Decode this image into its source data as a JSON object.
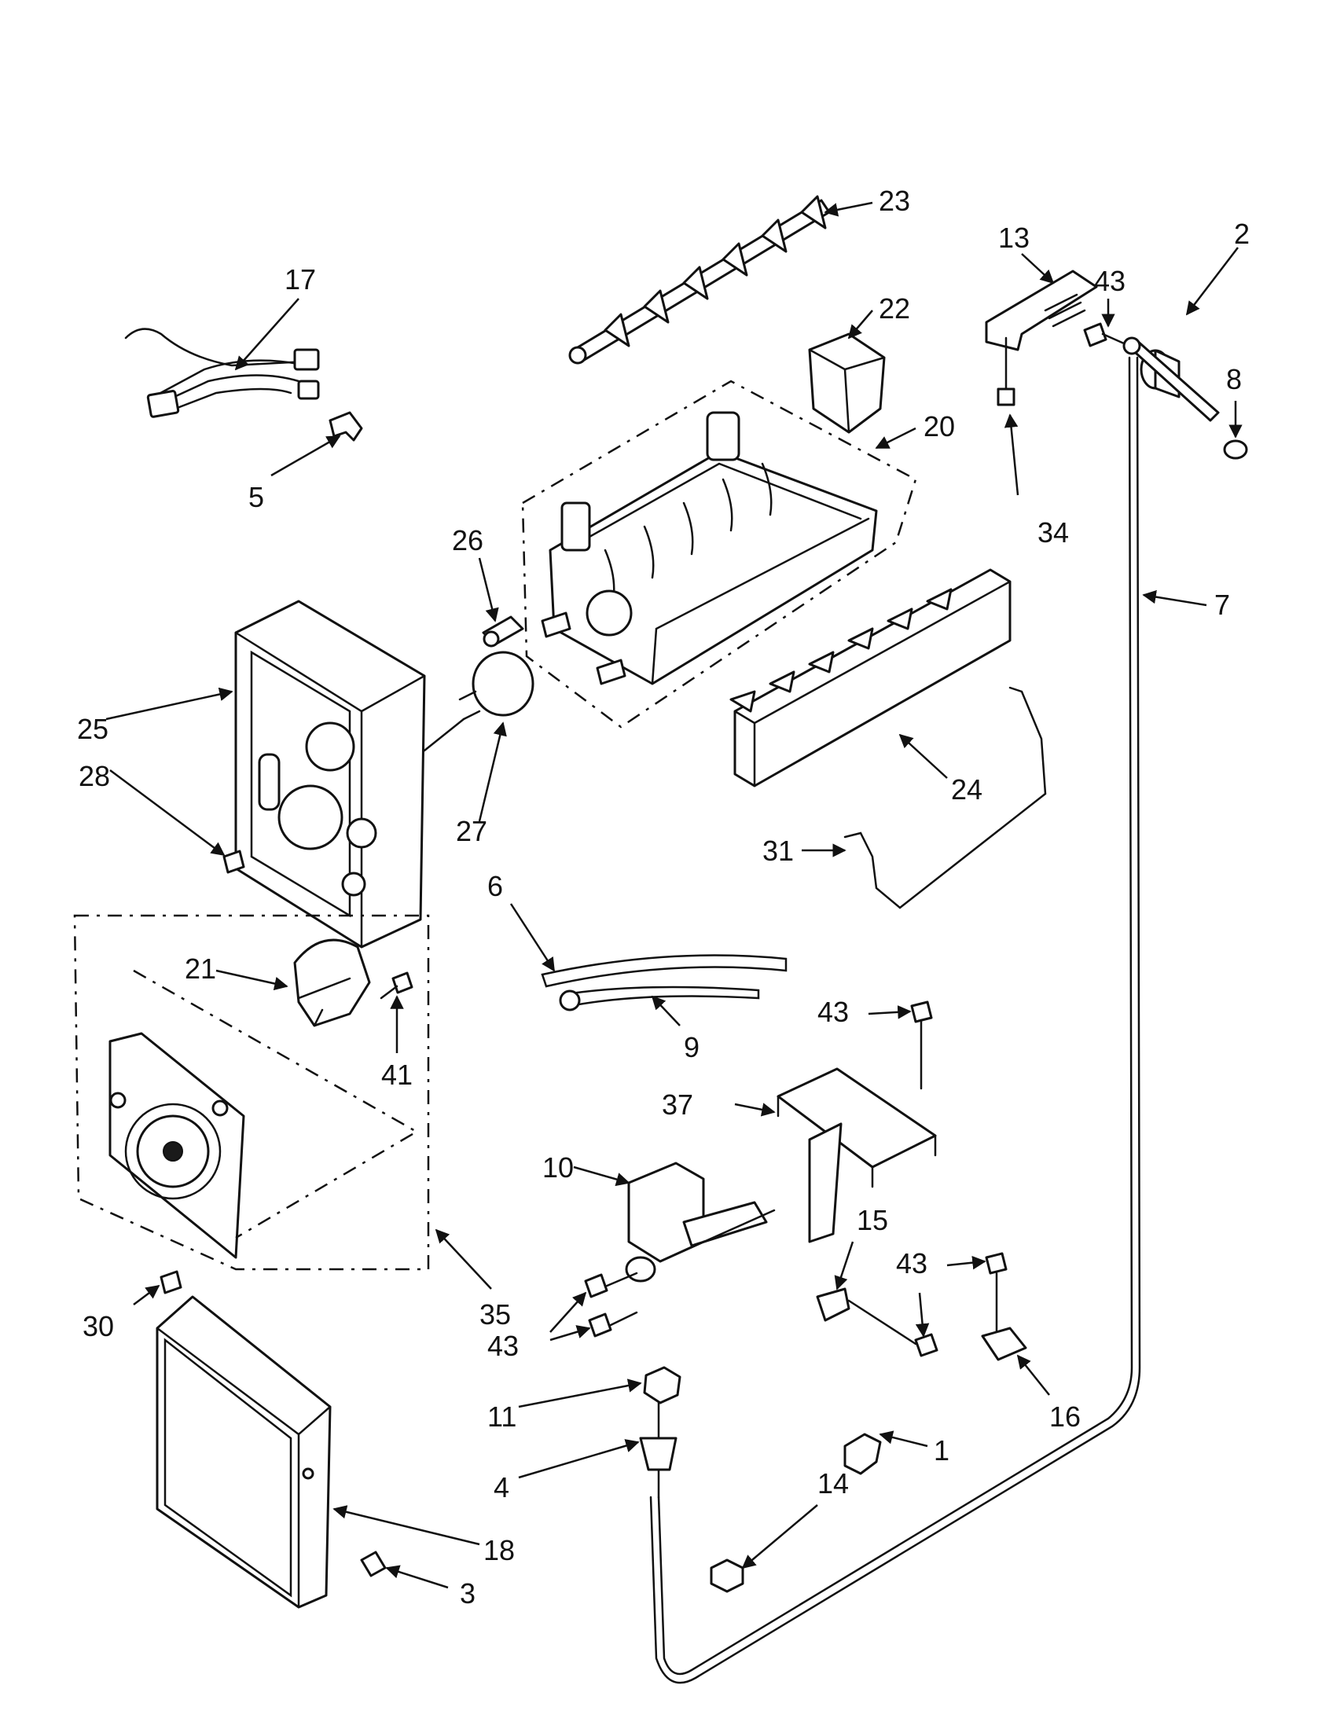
{
  "part_labels": {
    "p1": "1",
    "p2": "2",
    "p3": "3",
    "p4": "4",
    "p5": "5",
    "p6": "6",
    "p7": "7",
    "p8": "8",
    "p9": "9",
    "p10": "10",
    "p11": "11",
    "p13": "13",
    "p14": "14",
    "p15": "15",
    "p16": "16",
    "p17": "17",
    "p18": "18",
    "p20": "20",
    "p21": "21",
    "p22": "22",
    "p23": "23",
    "p24": "24",
    "p25": "25",
    "p26": "26",
    "p27": "27",
    "p28": "28",
    "p30": "30",
    "p31": "31",
    "p34": "34",
    "p35": "35",
    "p37": "37",
    "p41": "41",
    "p43a": "43",
    "p43b": "43",
    "p43c": "43",
    "p43d": "43"
  }
}
